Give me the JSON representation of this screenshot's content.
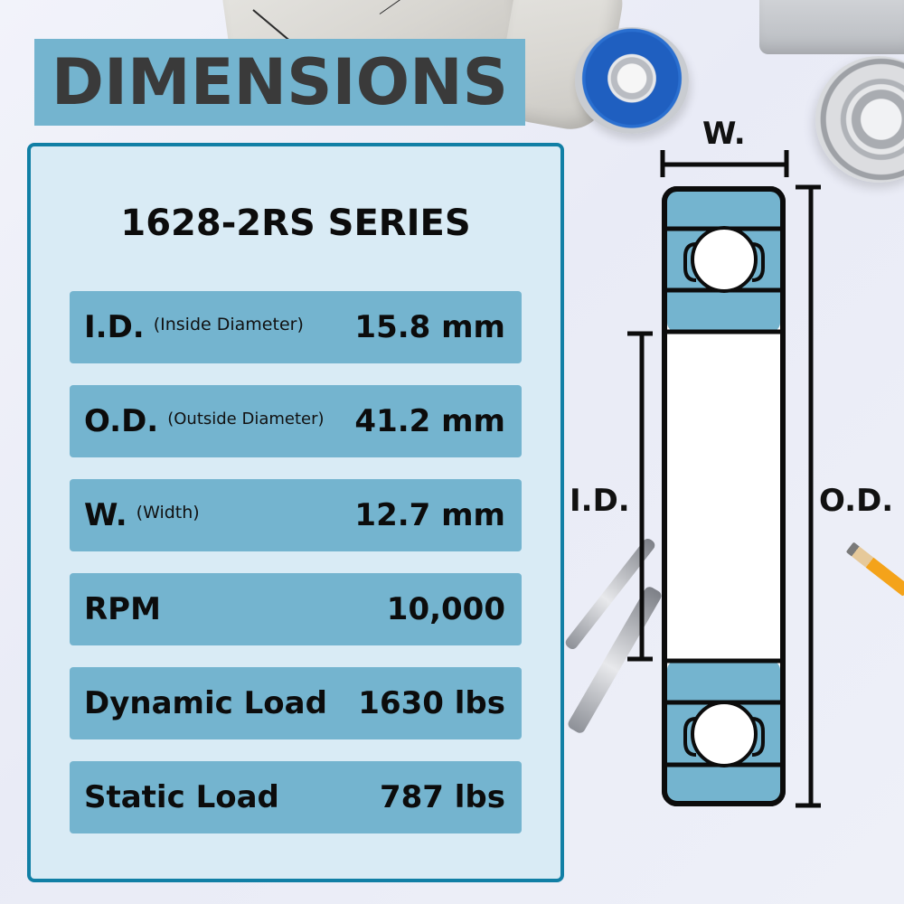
{
  "title": "DIMENSIONS",
  "series_title": "1628-2RS SERIES",
  "specs": [
    {
      "label": "I.D.",
      "sublabel": "(Inside Diameter)",
      "value": "15.8 mm"
    },
    {
      "label": "O.D.",
      "sublabel": "(Outside Diameter)",
      "value": "41.2 mm"
    },
    {
      "label": "W.",
      "sublabel": "(Width)",
      "value": "12.7 mm"
    },
    {
      "label": "RPM",
      "sublabel": "",
      "value": "10,000"
    },
    {
      "label": "Dynamic Load",
      "sublabel": "",
      "value": "1630 lbs"
    },
    {
      "label": "Static Load",
      "sublabel": "",
      "value": "787 lbs"
    }
  ],
  "diagram": {
    "width_label": "W.",
    "inner_label": "I.D.",
    "outer_label": "O.D."
  },
  "colors": {
    "banner": "#74b4cf",
    "title_text": "#3a3a3a",
    "panel_bg": "#d9ebf5",
    "panel_border": "#117fa5",
    "row_bg": "#74b4cf",
    "bearing_fill": "#74b4cf"
  }
}
